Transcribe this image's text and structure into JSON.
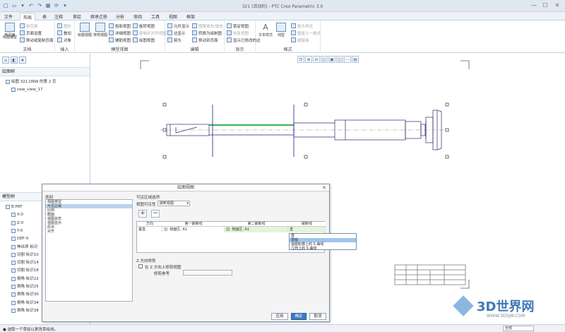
{
  "window": {
    "title": "321 (活动的) - PTC Creo Parametric 3.0",
    "minimize": "—",
    "maximize": "☐",
    "close": "✕"
  },
  "quick_access": [
    "□",
    "▭",
    "▾",
    "↶",
    "↷",
    "▦",
    "⟳",
    "▾"
  ],
  "tabs": [
    "文件",
    "布局",
    "表",
    "注释",
    "草绘",
    "继承迁移",
    "分析",
    "审阅",
    "工具",
    "视图",
    "框架"
  ],
  "active_tab_index": 1,
  "ribbon": {
    "groups": [
      {
        "label": "文档",
        "big": [
          {
            "label": "新页面"
          },
          {
            "label": "绘图模型"
          }
        ],
        "items": [
          "新页面",
          "页面设置",
          "移动或复制页面"
        ]
      },
      {
        "label": "插入",
        "items": [
          "图形",
          "叠加",
          "对象"
        ]
      },
      {
        "label": "模型视图",
        "big": [
          {
            "label": "绘图视图"
          },
          {
            "label": "常规视图"
          }
        ],
        "items": [
          "投影视图",
          "详细视图",
          "辅助视图",
          "旋转视图",
          "复制并对齐视图",
          "绘图视图"
        ]
      },
      {
        "label": "编辑",
        "items": [
          "元件显示",
          "边显示",
          "箭头",
          "图案填充/填充",
          "转换为绘制图",
          "移动到页面"
        ]
      },
      {
        "label": "显示",
        "items": [
          "锁定视图",
          "恢复视图",
          "显示已修改的边"
        ]
      },
      {
        "label": "格式",
        "big": [
          {
            "label": "文本样式"
          },
          {
            "label": "线型"
          }
        ],
        "items": [
          "箭头样式",
          "重复上一格式",
          "超链接"
        ]
      }
    ]
  },
  "left": {
    "tools": [
      "⌂",
      "◧",
      "★"
    ],
    "drawing_tree_title": "绘图树",
    "drawing_tree": [
      "绘图 321.DRW 的第 2 页",
      "new_view_17"
    ],
    "model_tree_title": "模型树",
    "model_tree": [
      "B.PRT",
      "X-0",
      "Z-0",
      "Y-0",
      "DEF-0",
      "伸出项 标识",
      "切割 标识10",
      "切割 标识14",
      "切割 标识18",
      "倒角 标识22",
      "倒角 标识25",
      "倒角 标识30",
      "倒角 标识34",
      "倒角 标识38"
    ]
  },
  "graphics_toolbar": [
    "⊡",
    "⊕",
    "⊖",
    "◱",
    "▣",
    "◫",
    "⋯",
    "▤"
  ],
  "dialog": {
    "title": "绘图视图",
    "close": "✕",
    "category_label": "类别",
    "categories": [
      "视图类型",
      "可见区域",
      "比例",
      "截面",
      "视图状态",
      "视图显示",
      "原点",
      "对齐"
    ],
    "selected_category_index": 1,
    "section_title": "可见区域选项",
    "visibility_label": "视图可见性",
    "visibility_value": "破断视图",
    "add_btn": "+",
    "remove_btn": "−",
    "grid_headers": [
      "方向",
      "第一破断线",
      "第二破断线",
      "破断线"
    ],
    "grid_row": [
      "垂直",
      "边: 侧面区: A1",
      "边: 侧面区: A1",
      "直"
    ],
    "popup_options": [
      "直",
      "草绘",
      "视图轮廓上的 S 曲线",
      "几何上的 S 曲线"
    ],
    "popup_selected_index": 1,
    "z_section_title": "Z 方向修剪",
    "z_checkbox_label": "在 Z 方向上修剪视图",
    "trim_ref_label": "修剪参考",
    "buttons": {
      "apply": "应用",
      "ok": "确定",
      "cancel": "取消"
    }
  },
  "status": {
    "message": "● 选取一个草绘以更改草绘线。",
    "filter": "全部"
  },
  "watermark": {
    "brand": "3D世界网",
    "url": "WWW.3DSJW.COM"
  }
}
